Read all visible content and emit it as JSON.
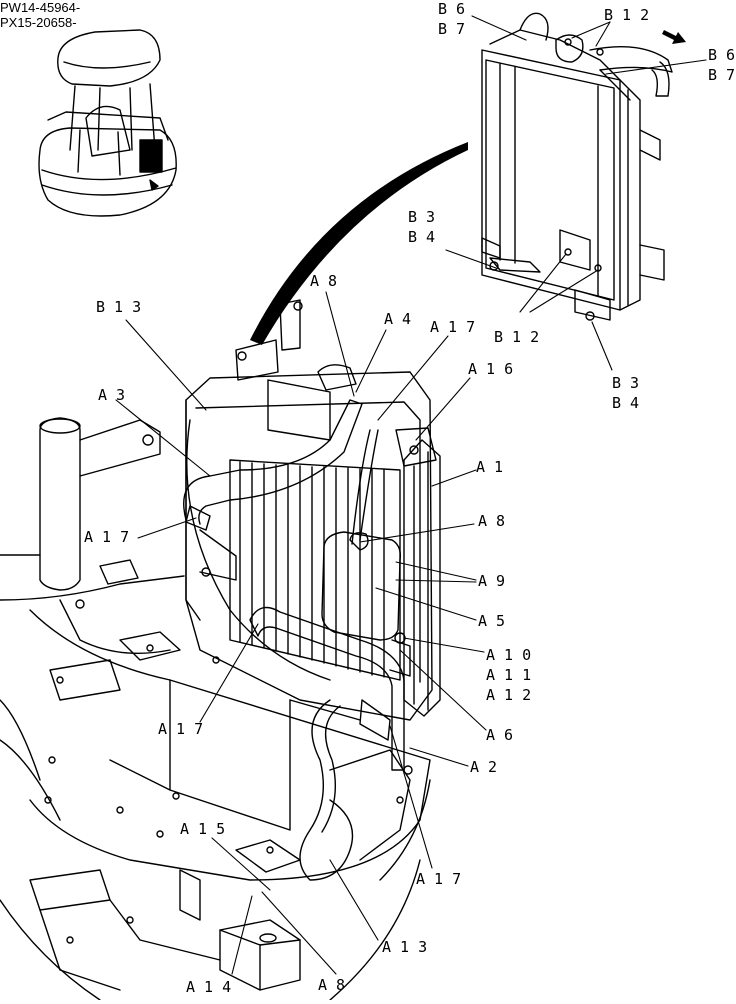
{
  "serials": [
    "PW14-45964-",
    "PX15-20658-"
  ],
  "callouts": {
    "b6_top": "B 6",
    "b7_top": "B 7",
    "b12_top": "B 1 2",
    "b6_right": "B 6",
    "b7_right": "B 7",
    "b3_left": "B 3",
    "b4_left": "B 4",
    "b12_bottom": "B 1 2",
    "b3_right": "B 3",
    "b4_right": "B 4",
    "b13": "B 1 3",
    "a8_top": "A 8",
    "a4": "A 4",
    "a17_top": "A 1 7",
    "a16": "A 1 6",
    "a3": "A 3",
    "a1": "A 1",
    "a17_left": "A 1 7",
    "a8_mid": "A 8",
    "a9": "A 9",
    "a5": "A 5",
    "a10": "A 1 0",
    "a11": "A 1 1",
    "a12": "A 1 2",
    "a17_low": "A 1 7",
    "a6": "A 6",
    "a2": "A 2",
    "a15": "A 1 5",
    "a17_bottom": "A 1 7",
    "a13": "A 1 3",
    "a14": "A 1 4",
    "a8_bottom": "A 8"
  }
}
